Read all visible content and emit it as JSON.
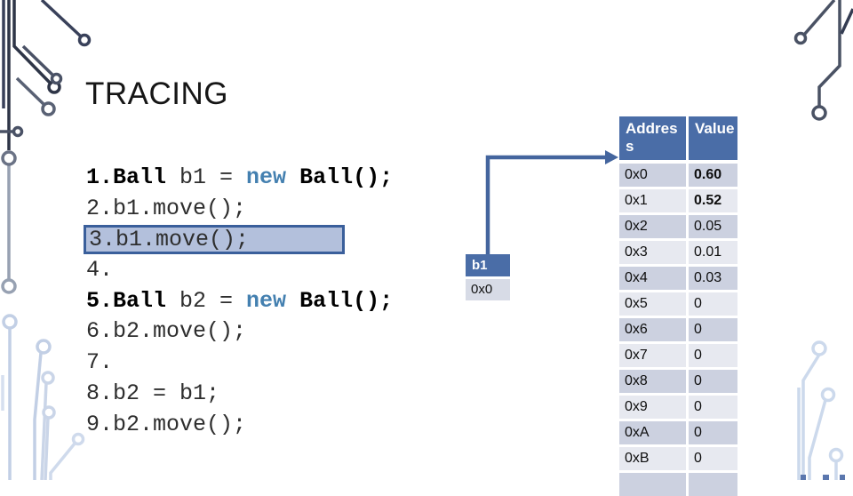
{
  "slide": {
    "title": "TRACING"
  },
  "code": {
    "lines": [
      {
        "number": "1.",
        "number_bold": true,
        "highlighted": false,
        "segments": [
          {
            "text": "Ball",
            "style": "bold"
          },
          {
            "text": " b1 = ",
            "style": "plain"
          },
          {
            "text": "new",
            "style": "keyword"
          },
          {
            "text": " Ball();",
            "style": "bold"
          }
        ]
      },
      {
        "number": "2.",
        "number_bold": false,
        "highlighted": false,
        "segments": [
          {
            "text": "b1.move();",
            "style": "plain"
          }
        ]
      },
      {
        "number": "3.",
        "number_bold": false,
        "highlighted": true,
        "segments": [
          {
            "text": "b1.move();",
            "style": "plain"
          }
        ]
      },
      {
        "number": "4.",
        "number_bold": false,
        "highlighted": false,
        "segments": []
      },
      {
        "number": "5.",
        "number_bold": true,
        "highlighted": false,
        "segments": [
          {
            "text": "Ball",
            "style": "bold"
          },
          {
            "text": " b2 = ",
            "style": "plain"
          },
          {
            "text": "new",
            "style": "keyword"
          },
          {
            "text": " Ball();",
            "style": "bold"
          }
        ]
      },
      {
        "number": "6.",
        "number_bold": false,
        "highlighted": false,
        "segments": [
          {
            "text": "b2.move();",
            "style": "plain"
          }
        ]
      },
      {
        "number": "7.",
        "number_bold": false,
        "highlighted": false,
        "segments": []
      },
      {
        "number": "8.",
        "number_bold": false,
        "highlighted": false,
        "segments": [
          {
            "text": "b2 = b1;",
            "style": "plain"
          }
        ]
      },
      {
        "number": "9.",
        "number_bold": false,
        "highlighted": false,
        "segments": [
          {
            "text": "b2.move();",
            "style": "plain"
          }
        ]
      }
    ]
  },
  "pointer": {
    "variable": "b1",
    "address": "0x0"
  },
  "memory_table": {
    "headers": [
      "Address",
      "Value"
    ],
    "rows": [
      {
        "address": "0x0",
        "value": "0.60",
        "value_bold": true
      },
      {
        "address": "0x1",
        "value": "0.52",
        "value_bold": true
      },
      {
        "address": "0x2",
        "value": "0.05",
        "value_bold": false
      },
      {
        "address": "0x3",
        "value": "0.01",
        "value_bold": false
      },
      {
        "address": "0x4",
        "value": "0.03",
        "value_bold": false
      },
      {
        "address": "0x5",
        "value": "0",
        "value_bold": false
      },
      {
        "address": "0x6",
        "value": "0",
        "value_bold": false
      },
      {
        "address": "0x7",
        "value": "0",
        "value_bold": false
      },
      {
        "address": "0x8",
        "value": "0",
        "value_bold": false
      },
      {
        "address": "0x9",
        "value": "0",
        "value_bold": false
      },
      {
        "address": "0xA",
        "value": "0",
        "value_bold": false
      },
      {
        "address": "0xB",
        "value": "0",
        "value_bold": false
      },
      {
        "address": "",
        "value": "",
        "value_bold": false
      }
    ]
  },
  "colors": {
    "accent": "#4a6da7",
    "keyword": "#4480b0",
    "highlight_fill": "#b3c0dc",
    "highlight_border": "#3a5f9b",
    "row_dark": "#ccd1e0",
    "row_light": "#e7e9f0",
    "arrow": "#44659e",
    "address_box": "#d7dbe6"
  }
}
